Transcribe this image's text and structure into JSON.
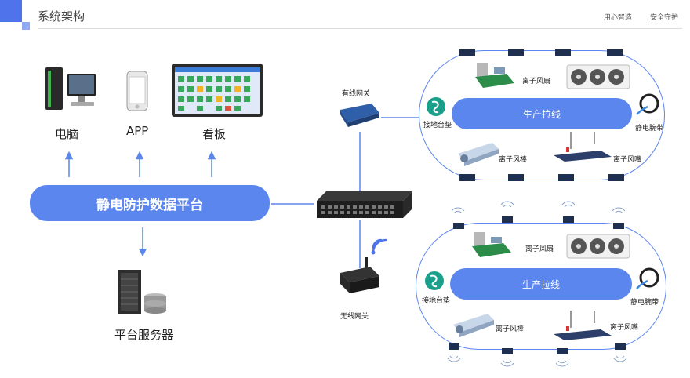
{
  "header": {
    "title": "系统架构",
    "nav": [
      "用心智造",
      "安全守护"
    ]
  },
  "left": {
    "devices": [
      "电脑",
      "APP",
      "看板"
    ],
    "platform": "静电防护数据平台",
    "server": "平台服务器"
  },
  "middle": {
    "wired_gateway": "有线网关",
    "wireless_gateway": "无线网关"
  },
  "lines": [
    {
      "center": "生产拉线",
      "ion_fan": "离子风扇",
      "ground_mat": "接地台垫",
      "wrist_strap": "静电腕带",
      "ion_bar": "离子风棒",
      "ion_nozzle": "离子风嘴"
    },
    {
      "center": "生产拉线",
      "ion_fan": "离子风扇",
      "ground_mat": "接地台垫",
      "wrist_strap": "静电腕带",
      "ion_bar": "离子风棒",
      "ion_nozzle": "离子风嘴"
    }
  ],
  "colors": {
    "accent": "#5b86ee",
    "nav_square": "#4f73ea"
  },
  "icons": [
    "computer-icon",
    "phone-icon",
    "dashboard-board-icon",
    "server-rack-icon",
    "network-switch-icon",
    "wired-gateway-icon",
    "wireless-gateway-icon",
    "wifi-signal-icon",
    "ion-fan-icon",
    "wrist-strap-icon",
    "ion-bar-icon",
    "ion-nozzle-icon",
    "ground-mat-icon",
    "sensor-module-icon"
  ]
}
